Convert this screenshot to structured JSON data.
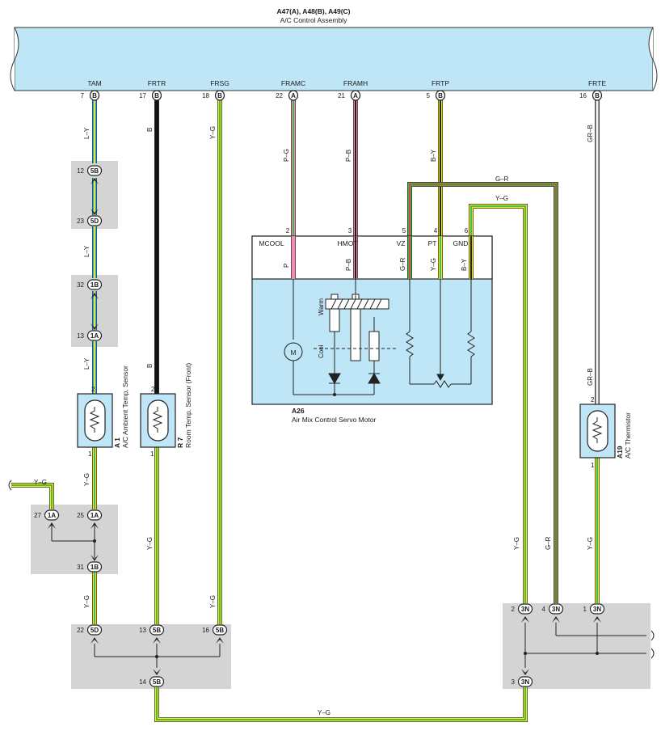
{
  "header": {
    "connectors": "A47(A), A48(B), A49(C)",
    "assembly": "A/C Control Assembly"
  },
  "terminals": {
    "tam": {
      "label": "TAM",
      "pin": "7",
      "conn": "B"
    },
    "frtr": {
      "label": "FRTR",
      "pin": "17",
      "conn": "B"
    },
    "frsg": {
      "label": "FRSG",
      "pin": "18",
      "conn": "B"
    },
    "framc": {
      "label": "FRAMC",
      "pin": "22",
      "conn": "A"
    },
    "framh": {
      "label": "FRAMH",
      "pin": "21",
      "conn": "A"
    },
    "frtp": {
      "label": "FRTP",
      "pin": "5",
      "conn": "B"
    },
    "frte": {
      "label": "FRTE",
      "pin": "16",
      "conn": "B"
    }
  },
  "wires": {
    "ly": "L–Y",
    "b": "B",
    "yg": "Y–G",
    "pg": "P–G",
    "pb": "P–B",
    "by": "B–Y",
    "grb": "GR–B",
    "gr": "G–R",
    "p": "P"
  },
  "junctions": {
    "j5b": "5B",
    "j5d": "5D",
    "j1b": "1B",
    "j1a": "1A",
    "j3n": "3N",
    "p12": "12",
    "p23": "23",
    "p32": "32",
    "p13": "13",
    "p27": "27",
    "p25": "25",
    "p31": "31",
    "p22": "22",
    "p13b": "13",
    "p16": "16",
    "p14": "14",
    "p2": "2",
    "p4": "4",
    "p1": "1",
    "p3": "3"
  },
  "servo": {
    "name": "A26",
    "title": "Air Mix Control Servo Motor",
    "pins": {
      "mcool": "MCOOL",
      "hmot": "HMOT",
      "vz": "VZ",
      "pt": "PT",
      "gnd": "GND"
    },
    "pin_nums": {
      "mcool": "2",
      "hmot": "3",
      "vz": "5",
      "pt": "4",
      "gnd": "6"
    },
    "warm": "Warm",
    "cool": "Cool",
    "motor": "M"
  },
  "sensors": {
    "a1": {
      "id": "A 1",
      "name": "A/C Ambient Temp. Sensor",
      "pin_top": "2",
      "pin_bottom": "1"
    },
    "r7": {
      "id": "R 7",
      "name": "Room Temp. Sensor (Front)",
      "pin_top": "2",
      "pin_bottom": "1"
    },
    "a19": {
      "id": "A19",
      "name": "A/C Thermistor",
      "pin_top": "2",
      "pin_bottom": "1"
    }
  },
  "colors": {
    "blue_bg": "#bfe6f6",
    "gray_block": "#d4d4d4",
    "wire_yellow": "#f4ea24",
    "wire_green": "#39b54a",
    "wire_blue": "#29abe2",
    "wire_pink": "#f08cb6",
    "wire_red": "#e8413c",
    "wire_black": "#111111",
    "wire_gray": "#9a9a9a"
  }
}
